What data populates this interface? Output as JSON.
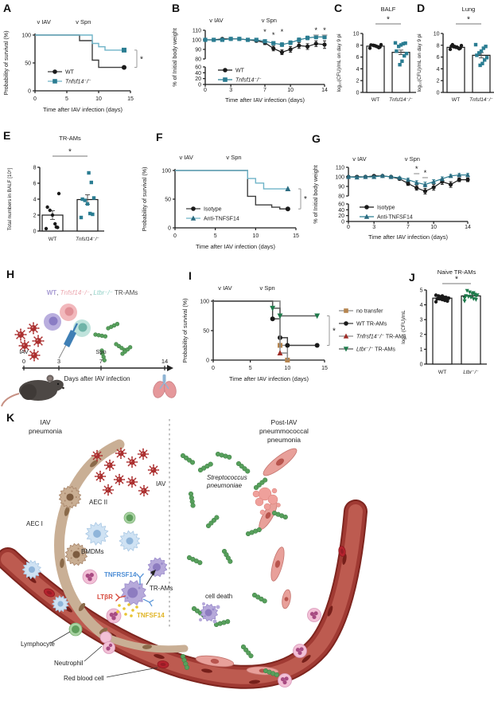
{
  "colors": {
    "teal": "#2b7d92",
    "teal_line": "#6fb4c8",
    "black": "#1a1a1a",
    "tan": "#b5854f",
    "dark_red": "#9e2b25",
    "green": "#1e7a4b",
    "blue_label": "#4f8fd6",
    "red_label": "#d6473a",
    "gold_label": "#e0b322"
  },
  "panels": {
    "A": {
      "letter": "A",
      "type": "survival",
      "ylabel": "Probability of survival (%)",
      "xlabel": "Time after IAV infection (days)",
      "xlim": [
        0,
        15
      ],
      "xticks": [
        0,
        5,
        10,
        15
      ],
      "yticks": [
        0,
        50,
        100
      ],
      "annotations": [
        {
          "text": "v IAV",
          "x": 1.4
        },
        {
          "text": "v Spn",
          "x": 7.6
        }
      ],
      "sig": "*",
      "bracket": [
        73,
        42
      ],
      "series": [
        {
          "name_plain": "WT",
          "name_italic": "",
          "line": "#3f3f3f",
          "marker": "circle",
          "marker_color": "#1a1a1a",
          "steps": [
            [
              0,
              100
            ],
            [
              7,
              100
            ],
            [
              7,
              90
            ],
            [
              9,
              90
            ],
            [
              9,
              55
            ],
            [
              10,
              55
            ],
            [
              10,
              42
            ],
            [
              14,
              42
            ]
          ],
          "marks": [
            [
              14,
              42
            ]
          ]
        },
        {
          "name_plain": "",
          "name_italic": "Tnfsf14⁻/⁻",
          "line": "#6fb4c8",
          "marker": "square",
          "marker_color": "#2b7d92",
          "steps": [
            [
              0,
              100
            ],
            [
              9,
              100
            ],
            [
              9,
              85
            ],
            [
              10,
              85
            ],
            [
              10,
              79
            ],
            [
              11,
              79
            ],
            [
              11,
              73
            ],
            [
              14,
              73
            ]
          ],
          "marks": [
            [
              14,
              73
            ]
          ]
        }
      ]
    },
    "B": {
      "letter": "B",
      "type": "weight",
      "ylabel": "% of Initial body weight",
      "xlabel": "Time after IAV infection (days)",
      "x": [
        0,
        1,
        2,
        3,
        4,
        5,
        6,
        7,
        8,
        9,
        10,
        11,
        12,
        13,
        14
      ],
      "xticks": [
        0,
        3,
        7,
        10,
        14
      ],
      "yticks_top": [
        80,
        90,
        100,
        110
      ],
      "yticks_bottom": [
        0,
        20,
        40,
        60
      ],
      "annotations": [
        {
          "text": "v IAV",
          "x": 1.3
        },
        {
          "text": "v Spn",
          "x": 7.5
        }
      ],
      "stars": [
        {
          "x": 7,
          "dy": 0
        },
        {
          "x": 8,
          "dy": 4
        },
        {
          "x": 9,
          "dy": 0
        },
        {
          "x": 13,
          "dy": -2,
          "dash": true
        },
        {
          "x": 14,
          "dy": -2,
          "dash": true
        }
      ],
      "series": [
        {
          "name_plain": "WT",
          "name_italic": "",
          "line": "#1a1a1a",
          "marker": "circle",
          "marker_color": "#1a1a1a",
          "values": [
            100,
            100,
            101,
            101,
            101,
            100,
            99,
            97,
            91,
            87,
            90,
            94,
            93,
            96,
            95
          ],
          "err": [
            1,
            1,
            1,
            1,
            1,
            1,
            1.5,
            2,
            2.5,
            2.5,
            3,
            3,
            3,
            3,
            4
          ]
        },
        {
          "name_plain": "",
          "name_italic": "Tnfsf14⁻/⁻",
          "line": "#2b7d92",
          "marker": "square",
          "marker_color": "#2b7d92",
          "values": [
            100,
            100,
            100,
            101,
            101,
            100,
            100,
            98.5,
            96.5,
            95,
            97,
            100,
            102,
            103,
            103
          ],
          "err": [
            1,
            1,
            1,
            1,
            1,
            1,
            1,
            1.5,
            1.5,
            2,
            2,
            2,
            2,
            2,
            2
          ]
        }
      ]
    },
    "C": {
      "letter": "C",
      "type": "bar",
      "title": "BALF",
      "ylabel": "log₁₀(CFU)/mL on day 9 pi",
      "ylim": [
        0,
        10
      ],
      "yticks": [
        0,
        2,
        4,
        6,
        8,
        10
      ],
      "sig": "*",
      "groups": [
        {
          "label": "WT",
          "italic": false,
          "mean": 7.85,
          "err": 0.12,
          "marker": "circle",
          "color": "#1a1a1a",
          "points": [
            7.5,
            7.7,
            7.75,
            7.9,
            8.0,
            8.05,
            8.1,
            7.6,
            7.8,
            7.95
          ]
        },
        {
          "label": "Tnfsf14⁻/⁻",
          "italic": true,
          "mean": 6.8,
          "err": 0.38,
          "marker": "square",
          "color": "#2b7d92",
          "points": [
            8.4,
            8.35,
            8.25,
            8.05,
            7.8,
            7.0,
            6.6,
            6.2,
            5.3,
            4.7
          ]
        }
      ]
    },
    "D": {
      "letter": "D",
      "type": "bar",
      "title": "Lung",
      "ylabel": "log₁₀(CFU)/mL on day 9 pi",
      "ylim": [
        0,
        10
      ],
      "yticks": [
        0,
        2,
        4,
        6,
        8,
        10
      ],
      "sig": "*",
      "groups": [
        {
          "label": "WT",
          "italic": false,
          "mean": 7.65,
          "err": 0.1,
          "marker": "circle",
          "color": "#1a1a1a",
          "points": [
            7.3,
            7.5,
            7.55,
            7.65,
            7.75,
            7.85,
            7.95,
            7.4,
            7.7,
            7.8,
            8.1
          ]
        },
        {
          "label": "Tnfsf14⁻/⁻",
          "italic": true,
          "mean": 6.3,
          "err": 0.45,
          "marker": "square",
          "color": "#2b7d92",
          "points": [
            8.1,
            7.8,
            7.5,
            7.0,
            6.7,
            6.3,
            5.9,
            5.5,
            4.9,
            4.6
          ]
        }
      ]
    },
    "E": {
      "letter": "E",
      "type": "bar",
      "title": "TR-AMs",
      "ylabel": "Total numbers in BALF [10⁵]",
      "ylim": [
        0,
        8
      ],
      "yticks": [
        0,
        2,
        4,
        6,
        8
      ],
      "sig": "*",
      "groups": [
        {
          "label": "WT",
          "italic": false,
          "mean": 2.0,
          "err": 0.55,
          "marker": "circle",
          "color": "#1a1a1a",
          "points": [
            0.3,
            0.45,
            0.9,
            2.0,
            2.6,
            3.0,
            4.7,
            0.5
          ]
        },
        {
          "label": "Tnfsf14⁻/⁻",
          "italic": true,
          "mean": 3.95,
          "err": 0.6,
          "marker": "square",
          "color": "#2b7d92",
          "points": [
            1.7,
            2.1,
            2.2,
            3.4,
            3.85,
            4.0,
            4.15,
            6.1,
            7.3
          ]
        }
      ]
    },
    "F": {
      "letter": "F",
      "type": "survival",
      "ylabel": "Probability of survival (%)",
      "xlabel": "Time after IAV infection (days)",
      "xlim": [
        0,
        15
      ],
      "xticks": [
        0,
        5,
        10,
        15
      ],
      "yticks": [
        0,
        50,
        100
      ],
      "annotations": [
        {
          "text": "v IAV",
          "x": 1.4
        },
        {
          "text": "v Spn",
          "x": 7.3
        }
      ],
      "sig": "*",
      "bracket": [
        68,
        33
      ],
      "series": [
        {
          "name_plain": "Isotype",
          "name_italic": "",
          "line": "#3f3f3f",
          "marker": "circle",
          "marker_color": "#1a1a1a",
          "steps": [
            [
              0,
              100
            ],
            [
              9,
              100
            ],
            [
              9,
              55
            ],
            [
              10,
              55
            ],
            [
              10,
              40
            ],
            [
              12,
              40
            ],
            [
              12,
              36
            ],
            [
              13,
              36
            ],
            [
              13,
              33
            ],
            [
              14,
              33
            ]
          ],
          "marks": [
            [
              14,
              33
            ]
          ]
        },
        {
          "name_plain": "Anti-TNFSF14",
          "name_italic": "",
          "line": "#6fb4c8",
          "marker": "triangle",
          "marker_color": "#2b6b80",
          "steps": [
            [
              0,
              100
            ],
            [
              9,
              100
            ],
            [
              9,
              86
            ],
            [
              10,
              86
            ],
            [
              10,
              78
            ],
            [
              11,
              78
            ],
            [
              11,
              68
            ],
            [
              14,
              68
            ]
          ],
          "marks": [
            [
              14,
              68
            ]
          ]
        }
      ]
    },
    "G": {
      "letter": "G",
      "type": "weight",
      "ylabel": "% of Initial body weight",
      "xlabel": "Time after IAV infection (days)",
      "x": [
        0,
        1,
        2,
        3,
        4,
        5,
        6,
        7,
        8,
        9,
        10,
        11,
        12,
        13,
        14
      ],
      "xticks": [
        0,
        3,
        7,
        10,
        14
      ],
      "yticks_top": [
        80,
        90,
        100,
        110
      ],
      "yticks_bottom": [
        0,
        20,
        40,
        60
      ],
      "annotations": [
        {
          "text": "v IAV",
          "x": 1.3
        },
        {
          "text": "v Spn",
          "x": 7.5
        }
      ],
      "stars": [
        {
          "x": 8,
          "dy": 0,
          "dash": true
        },
        {
          "x": 9,
          "dy": 5,
          "dash": true
        }
      ],
      "series": [
        {
          "name_plain": "Isotype",
          "name_italic": "",
          "line": "#1a1a1a",
          "marker": "circle",
          "marker_color": "#1a1a1a",
          "values": [
            100,
            100,
            100,
            101,
            101,
            100,
            98,
            93,
            88.5,
            85,
            89,
            95,
            92,
            97,
            97
          ],
          "err": [
            1,
            1,
            1,
            1,
            1,
            1,
            1.5,
            2,
            2.5,
            3,
            3,
            3,
            3,
            2,
            2
          ]
        },
        {
          "name_plain": "Anti-TNFSF14",
          "name_italic": "",
          "line": "#2b7d92",
          "marker": "triangle",
          "marker_color": "#2b6b80",
          "values": [
            100,
            99.5,
            100,
            100,
            101,
            100,
            99,
            97,
            94,
            92,
            95,
            98,
            101,
            102,
            102
          ],
          "err": [
            1,
            1,
            1,
            1,
            1,
            1,
            1,
            1.5,
            2,
            2.5,
            2,
            2,
            1.5,
            1.5,
            1.5
          ]
        }
      ]
    },
    "H": {
      "letter": "H",
      "title": {
        "wt": "WT",
        "sep1": ", ",
        "tnfsf14": "Tnfsf14⁻/⁻",
        "sep2": ", ",
        "ltbr": "Ltbr⁻/⁻",
        "trams": " TR-AMs"
      },
      "iav": "IAV",
      "spn": "Spn",
      "days": [
        "0",
        "3",
        "7",
        "14"
      ],
      "axis_label": "Days after IAV infection"
    },
    "I": {
      "letter": "I",
      "type": "survival",
      "ylabel": "Probability of survival (%)",
      "xlabel": "Time after IAV infection (days)",
      "xlim": [
        0,
        15
      ],
      "xticks": [
        0,
        5,
        10,
        15
      ],
      "yticks": [
        0,
        50,
        100
      ],
      "annotations": [
        {
          "text": "v IAV",
          "x": 1.6
        },
        {
          "text": "v Spn",
          "x": 7.3
        }
      ],
      "sig": "*",
      "bracket": [
        75,
        25
      ],
      "series": [
        {
          "name_plain": "no transfer",
          "name_italic": "",
          "line": "#8a8a8a",
          "marker": "square",
          "marker_color": "#b5854f",
          "steps": [
            [
              0,
              100
            ],
            [
              9,
              100
            ],
            [
              9,
              25
            ],
            [
              10,
              25
            ],
            [
              10,
              0
            ]
          ],
          "marks": [
            [
              9,
              25
            ],
            [
              10,
              0
            ]
          ]
        },
        {
          "name_plain": "WT TR-AMs",
          "name_italic": "",
          "line": "#3f3f3f",
          "marker": "circle",
          "marker_color": "#1a1a1a",
          "steps": [
            [
              0,
              100
            ],
            [
              8,
              100
            ],
            [
              8,
              70
            ],
            [
              9,
              70
            ],
            [
              9,
              38
            ],
            [
              10,
              38
            ],
            [
              10,
              25
            ],
            [
              14,
              25
            ]
          ],
          "marks": [
            [
              8,
              70
            ],
            [
              9,
              38
            ],
            [
              10,
              25
            ],
            [
              14,
              25
            ]
          ]
        },
        {
          "name_plain": " TR-AMs",
          "name_italic": "Tnfrsf14⁻/⁻",
          "line": "#8a8a8a",
          "marker": "triangle",
          "marker_color": "#9e2b25",
          "steps": [
            [
              0,
              100
            ],
            [
              9,
              100
            ],
            [
              9,
              12
            ],
            [
              10,
              12
            ],
            [
              10,
              0
            ]
          ],
          "marks": [
            [
              9,
              12
            ]
          ]
        },
        {
          "name_plain": " TR-AMs",
          "name_italic": "Ltbr⁻/⁻",
          "line": "#5a5a5a",
          "marker": "tridown",
          "marker_color": "#1e7a4b",
          "steps": [
            [
              0,
              100
            ],
            [
              8,
              100
            ],
            [
              8,
              88
            ],
            [
              9,
              88
            ],
            [
              9,
              75
            ],
            [
              14,
              75
            ]
          ],
          "marks": [
            [
              8,
              88
            ],
            [
              9,
              75
            ],
            [
              14,
              75
            ]
          ]
        }
      ]
    },
    "J": {
      "letter": "J",
      "type": "bar",
      "title": "Naive TR-AMs",
      "ylabel": "log₁₀ (CFU)/mL",
      "ylim": [
        0,
        5
      ],
      "yticks": [
        0,
        1,
        2,
        3,
        4,
        5
      ],
      "sig": "*",
      "groups": [
        {
          "label": "WT",
          "italic": false,
          "mean": 4.45,
          "err": 0.05,
          "marker": "circle",
          "color": "#1a1a1a",
          "points": [
            4.2,
            4.25,
            4.3,
            4.35,
            4.4,
            4.4,
            4.45,
            4.5,
            4.5,
            4.55,
            4.6,
            4.65,
            4.3,
            4.5,
            4.6
          ]
        },
        {
          "label": "Ltbr⁻/⁻",
          "italic": true,
          "mean": 4.6,
          "err": 0.06,
          "marker": "tridown",
          "color": "#1e7a4b",
          "points": [
            4.25,
            4.35,
            4.4,
            4.5,
            4.55,
            4.6,
            4.65,
            4.7,
            4.75,
            4.85,
            4.95,
            4.45,
            4.6,
            4.8
          ]
        }
      ]
    },
    "K": {
      "letter": "K",
      "left_title": [
        "IAV",
        "pneumonia"
      ],
      "right_title": [
        "Post-IAV",
        "pneummococcal",
        "pneumonia"
      ],
      "labels": {
        "iav": "IAV",
        "aec2": "AEC II",
        "aec1": "AEC I",
        "bmdms": "BMDMs",
        "tnfrsf14": "TNFRSF14",
        "trams": "TR-AMs",
        "ltbr": "LTβR",
        "tnfsf14": "TNFSF14",
        "spn": [
          "Streptococcus",
          "pneumoniae"
        ],
        "cell_death": "cell death",
        "lymphocyte": "Lymphocyte",
        "neutrophil": "Neutrophil",
        "rbc": "Red blood cell"
      },
      "label_colors": {
        "tnfrsf14": "#4f8fd6",
        "ltbr": "#d6473a",
        "tnfsf14": "#e0b322"
      }
    }
  }
}
